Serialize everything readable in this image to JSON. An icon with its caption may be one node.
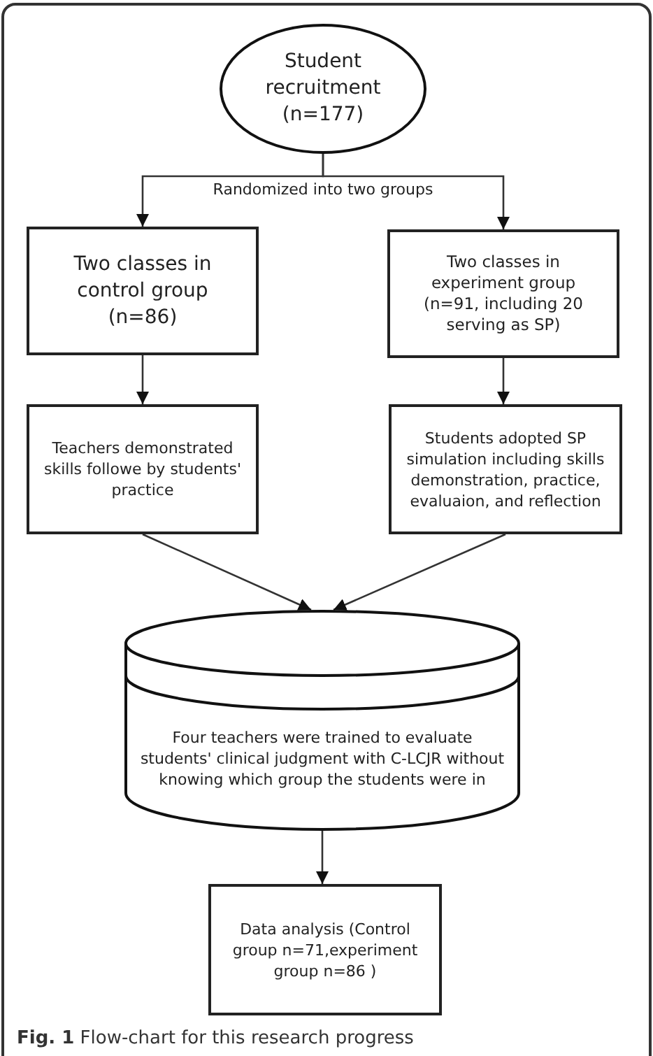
{
  "diagram": {
    "caption": "**Fig. 1** Flow-chart for this research progress",
    "nodes": [
      {
        "text": [
          "Student recruitment (n=177)"
        ]
      },
      {
        "text": [
          "Two classes in control group (n=86)"
        ]
      },
      {
        "text": [
          "Two classes in experiment group (n=91, including 20 serving as SP)"
        ]
      },
      {
        "text": [
          "Teachers demonstrated skills followe by students'  practice"
        ]
      },
      {
        "text": [
          "Students adopted SP simulation including skills demonstration, practice, evaluaion, and reflection"
        ]
      },
      {
        "text": [
          "Four teachers were trained to evaluate students' clinical judgment with C-LCJR without knowing which group the students were in"
        ]
      },
      {
        "text": [
          "Data analysis (Control group n=71,experiment group n=86 )"
        ]
      }
    ],
    "edges": [
      {
        "from": 0,
        "to": 1,
        "arrow": "to",
        "label": "Randomized into two groups"
      },
      {
        "from": 0,
        "to": 2,
        "arrow": "to"
      },
      {
        "from": 1,
        "to": 3,
        "arrow": "to"
      },
      {
        "from": 2,
        "to": 4,
        "arrow": "to"
      },
      {
        "from": 3,
        "to": 5,
        "arrow": "to"
      },
      {
        "from": 4,
        "to": 5,
        "arrow": "to"
      },
      {
        "from": 5,
        "to": 6,
        "arrow": "to"
      }
    ]
  }
}
